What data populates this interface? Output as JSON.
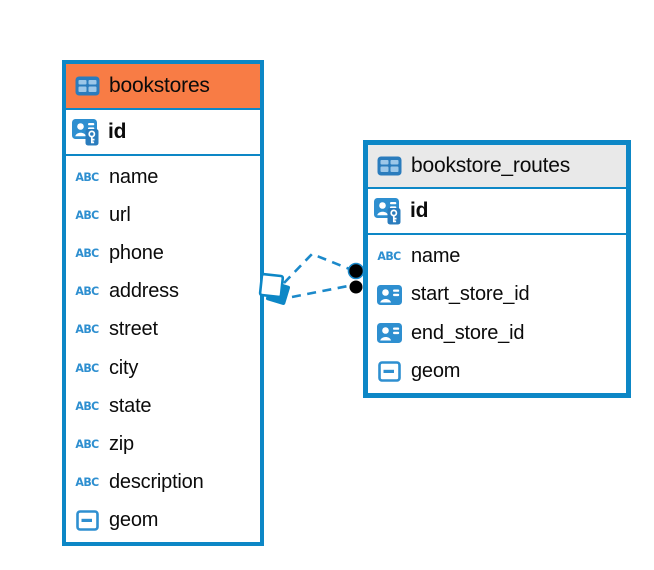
{
  "colors": {
    "accent_blue": "#0d87c6",
    "icon_blue": "#2e8fd0",
    "icon_blue_dark": "#2a7cbd",
    "icon_cell_blue": "#9cc7e8",
    "header_orange": "#f87c45",
    "header_gray": "#e9e9e9",
    "relation_line": "#1b89ca",
    "dot_black": "#000000",
    "text": "#0b0b0b"
  },
  "icon_glyphs": {
    "text": "ABC"
  },
  "tables": [
    {
      "id": "bookstores",
      "title": "bookstores",
      "header_style": "orange",
      "primary_key": {
        "name": "id",
        "type_icon": "pk"
      },
      "columns": [
        {
          "name": "name",
          "type_icon": "text"
        },
        {
          "name": "url",
          "type_icon": "text"
        },
        {
          "name": "phone",
          "type_icon": "text"
        },
        {
          "name": "address",
          "type_icon": "text"
        },
        {
          "name": "street",
          "type_icon": "text"
        },
        {
          "name": "city",
          "type_icon": "text"
        },
        {
          "name": "state",
          "type_icon": "text"
        },
        {
          "name": "zip",
          "type_icon": "text"
        },
        {
          "name": "description",
          "type_icon": "text"
        },
        {
          "name": "geom",
          "type_icon": "geom"
        }
      ]
    },
    {
      "id": "bookstore_routes",
      "title": "bookstore_routes",
      "header_style": "gray",
      "primary_key": {
        "name": "id",
        "type_icon": "pk"
      },
      "columns": [
        {
          "name": "name",
          "type_icon": "text"
        },
        {
          "name": "start_store_id",
          "type_icon": "reference"
        },
        {
          "name": "end_store_id",
          "type_icon": "reference"
        },
        {
          "name": "geom",
          "type_icon": "geom"
        }
      ]
    }
  ],
  "relationship": {
    "from_table": "bookstores",
    "from_column": "id",
    "to_table": "bookstore_routes",
    "to_columns": [
      "start_store_id",
      "end_store_id"
    ],
    "line_style": "dashed",
    "source_marker": "stacked-squares",
    "target_marker": "two-filled-dots"
  }
}
